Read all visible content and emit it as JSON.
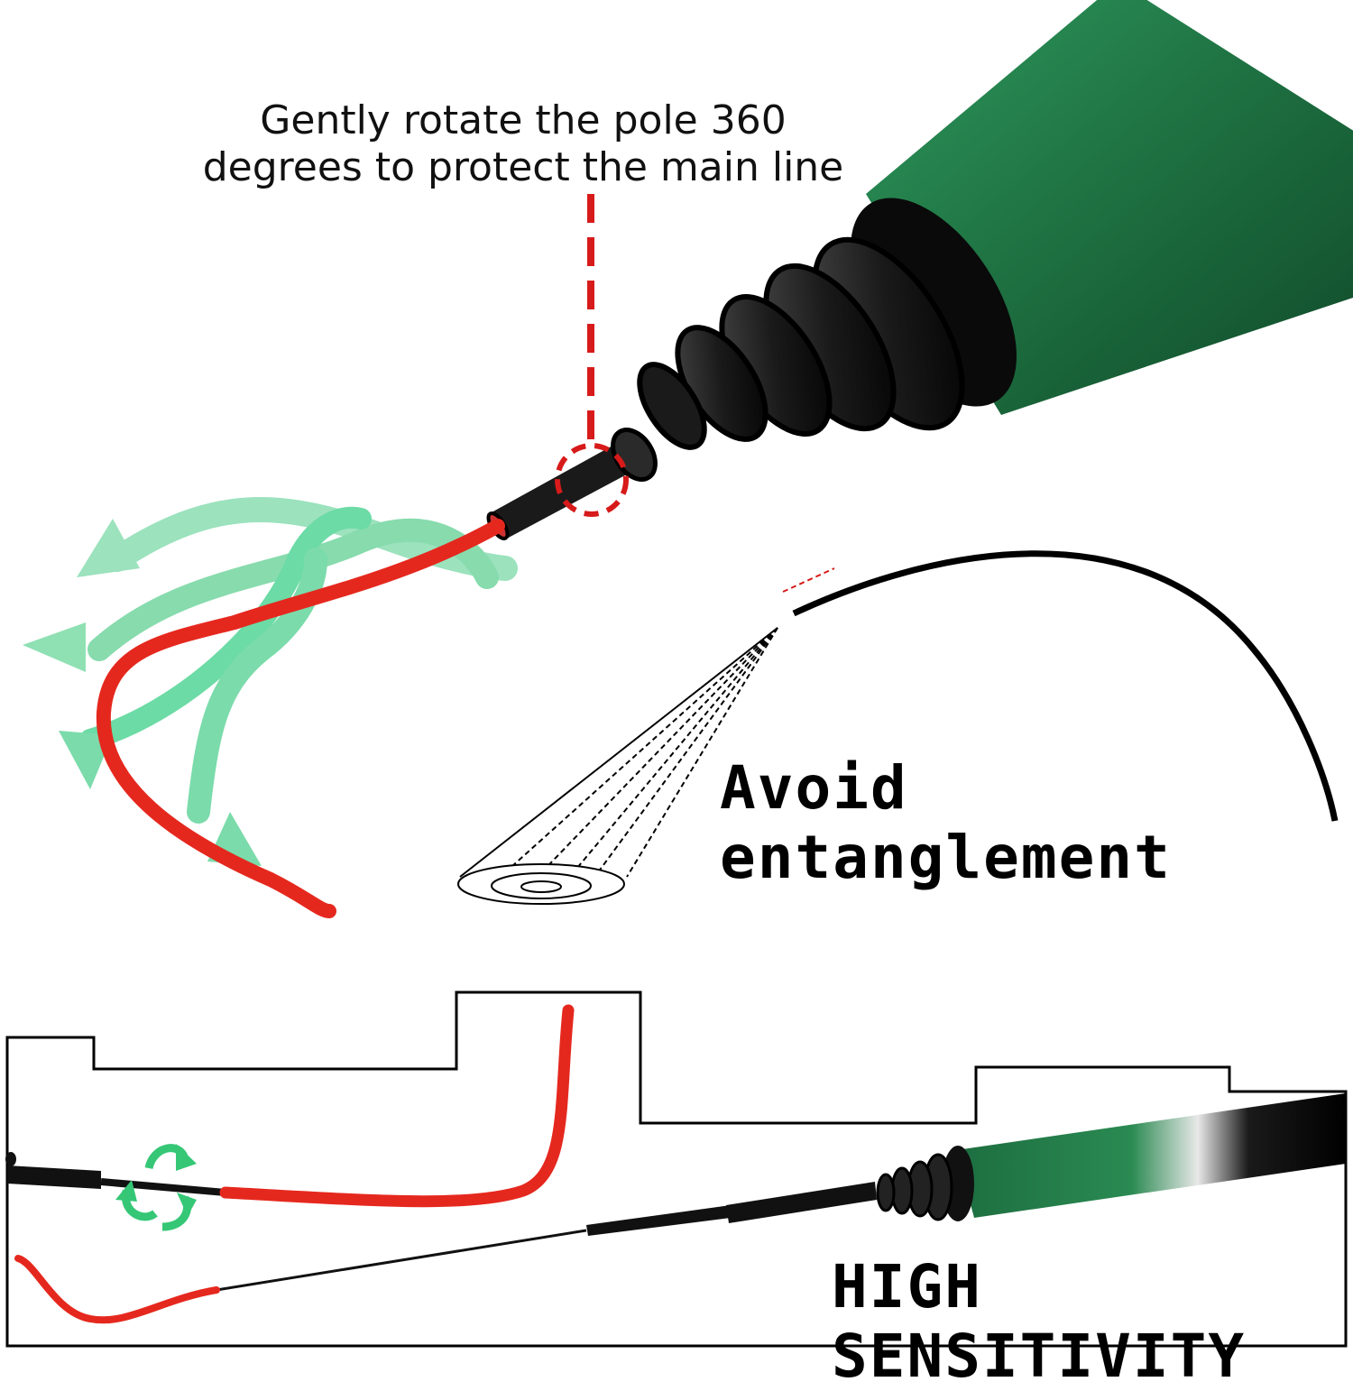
{
  "caption": {
    "line1": "Gently rotate the pole 360",
    "line2": "degrees to protect the main line"
  },
  "labels": {
    "avoid": "Avoid entanglement",
    "sensitivity": "HIGH SENSITIVITY"
  },
  "colors": {
    "pole_green": "#1f7a45",
    "pole_black": "#111111",
    "line_red": "#e5281e",
    "arrow_green": "#3ccf88",
    "dash_red": "#d71a1a"
  },
  "icons": [
    "rotate-arrows-icon",
    "telescopic-pole",
    "braided-line",
    "concentric-rings-icon"
  ]
}
